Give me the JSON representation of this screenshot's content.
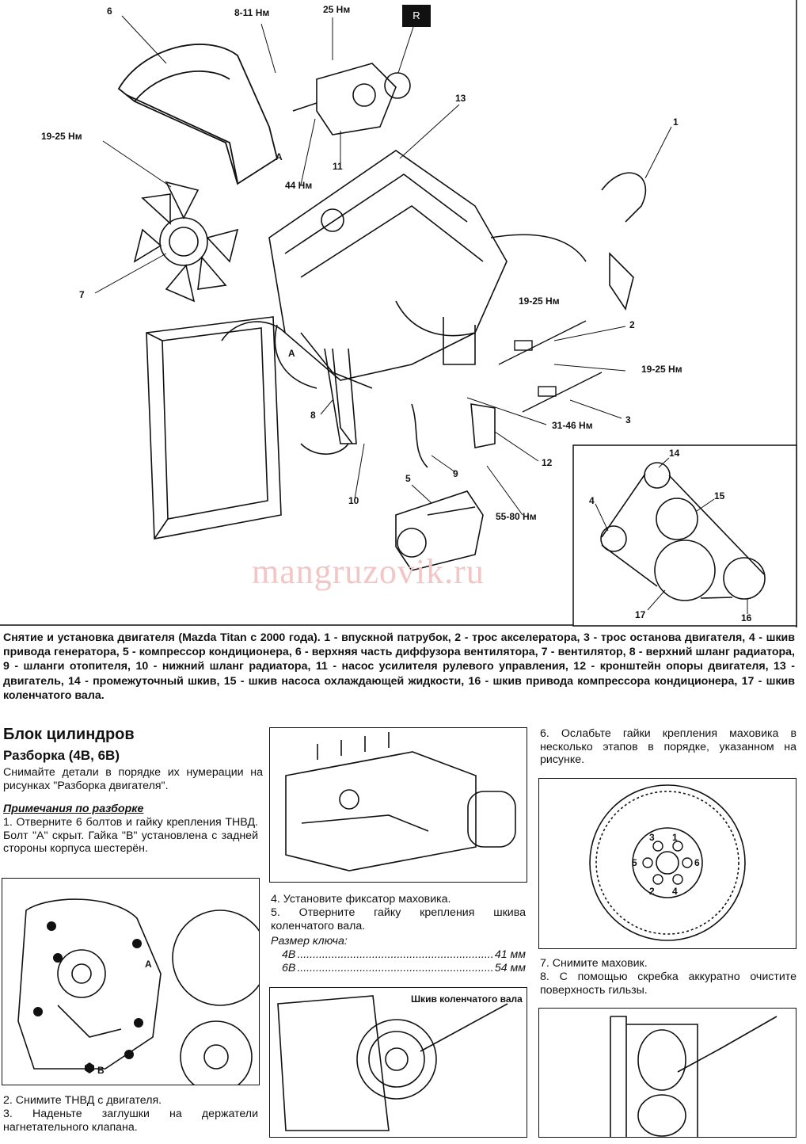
{
  "diagram": {
    "watermark": "mangruzovik.ru",
    "r_badge": "R",
    "callouts": {
      "n1": "1",
      "n2": "2",
      "n3": "3",
      "n4": "4",
      "n5": "5",
      "n6": "6",
      "n7": "7",
      "n8": "8",
      "n9": "9",
      "n10": "10",
      "n11": "11",
      "n12": "12",
      "n13": "13",
      "n14": "14",
      "n15": "15",
      "n16": "16",
      "n17": "17",
      "a1": "A",
      "a2": "A"
    },
    "torques": {
      "t_8_11": "8-11 Нм",
      "t_25": "25 Нм",
      "t_19_25_left": "19-25 Нм",
      "t_44": "44 Нм",
      "t_19_25_right_top": "19-25 Нм",
      "t_19_25_right": "19-25 Нм",
      "t_31_46": "31-46 Нм",
      "t_55_80": "55-80 Нм"
    }
  },
  "caption": "Снятие и установка двигателя (Mazda Titan с 2000 года). 1 - впускной патрубок, 2 - трос акселератора, 3 - трос останова двигателя, 4 - шкив привода генератора, 5 - компрессор кондиционера, 6 - верхняя часть диффузора вентилятора, 7 - вентилятор, 8 - верхний шланг радиатора, 9 - шланги отопителя, 10 - нижний шланг радиатора, 11 - насос усилителя рулевого управления, 12 - кронштейн опоры двигателя, 13 - двигатель, 14 - промежуточный шкив, 15 - шкив насоса охлаждающей жидкости, 16 - шкив привода компрессора кондиционера, 17 - шкив коленчатого вала.",
  "section": {
    "title": "Блок цилиндров",
    "subtitle": "Разборка (4B, 6B)",
    "intro": "Снимайте детали в порядке их нумерации на рисунках \"Разборка двигателя\".",
    "notes_title": "Примечания по разборке",
    "step1": "1. Отверните 6 болтов и гайку крепления ТНВД. Болт \"А\" скрыт. Гайка \"В\" установлена с задней стороны корпуса шестерён.",
    "fig1_label_a": "A",
    "fig1_label_b": "B",
    "step2": "2. Снимите ТНВД с двигателя.",
    "step3": "3. Наденьте заглушки на держатели нагнетательного клапана.",
    "step4": "4. Установите фиксатор маховика.",
    "step5": "5. Отверните гайку крепления шкива коленчатого вала.",
    "wrench_title": "Размер ключа:",
    "wrench_rows": [
      {
        "model": "4B",
        "size": "41 мм"
      },
      {
        "model": "6B",
        "size": "54 мм"
      }
    ],
    "fig3_label": "Шкив коленчатого вала",
    "step6": "6. Ослабьте гайки крепления маховика в несколько этапов в порядке, указанном на рисунке.",
    "flywheel_nums": {
      "n1": "1",
      "n2": "2",
      "n3": "3",
      "n4": "4",
      "n5": "5",
      "n6": "6"
    },
    "step7": "7. Снимите маховик.",
    "step8": "8. С помощью скребка аккуратно очистите поверхность гильзы."
  }
}
